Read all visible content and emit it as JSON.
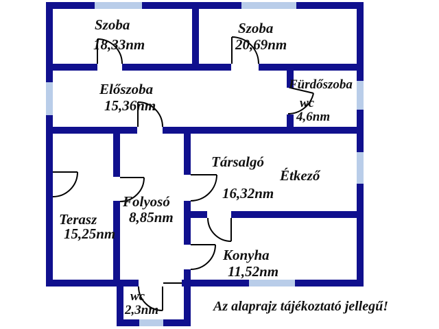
{
  "rooms": {
    "szoba1": {
      "name": "Szoba",
      "area": "18,33nm"
    },
    "szoba2": {
      "name": "Szoba",
      "area": "20,69nm"
    },
    "eloszoba": {
      "name": "Előszoba",
      "area": "15,36nm"
    },
    "furdoszoba": {
      "name": "Fürdőszoba",
      "sub": "wc",
      "area": "4,6nm"
    },
    "tarsalgo": {
      "name": "Társalgó",
      "area": "16,32nm"
    },
    "etkezo": {
      "name": "Étkező"
    },
    "folyoso": {
      "name": "Folyosó",
      "area": "8,85nm"
    },
    "terasz": {
      "name": "Terasz",
      "area": "15,25nm"
    },
    "konyha": {
      "name": "Konyha",
      "area": "11,52nm"
    },
    "wc": {
      "name": "wc",
      "area": "2,3nm"
    }
  },
  "disclaimer": "Az alaprajz tájékoztató jellegű!",
  "colors": {
    "wall": "#10108e",
    "window": "#b9cde9",
    "door_line": "#000000",
    "text": "#111111",
    "background": "#ffffff"
  }
}
